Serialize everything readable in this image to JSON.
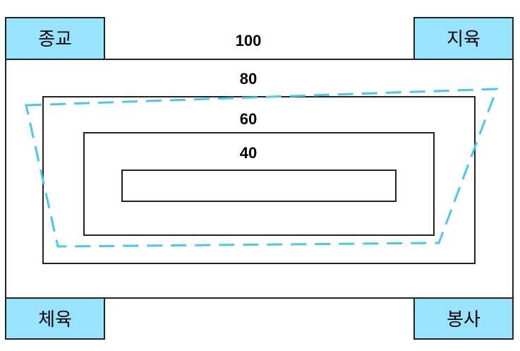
{
  "diagram": {
    "corner_labels": {
      "top_left": "종교",
      "top_right": "지육",
      "bottom_left": "체육",
      "bottom_right": "봉사"
    },
    "levels": [
      "100",
      "80",
      "60",
      "40"
    ],
    "colors": {
      "label_fill": "#99e3ff",
      "outline": "#222222",
      "profile_line": "#4cc6ea"
    }
  }
}
